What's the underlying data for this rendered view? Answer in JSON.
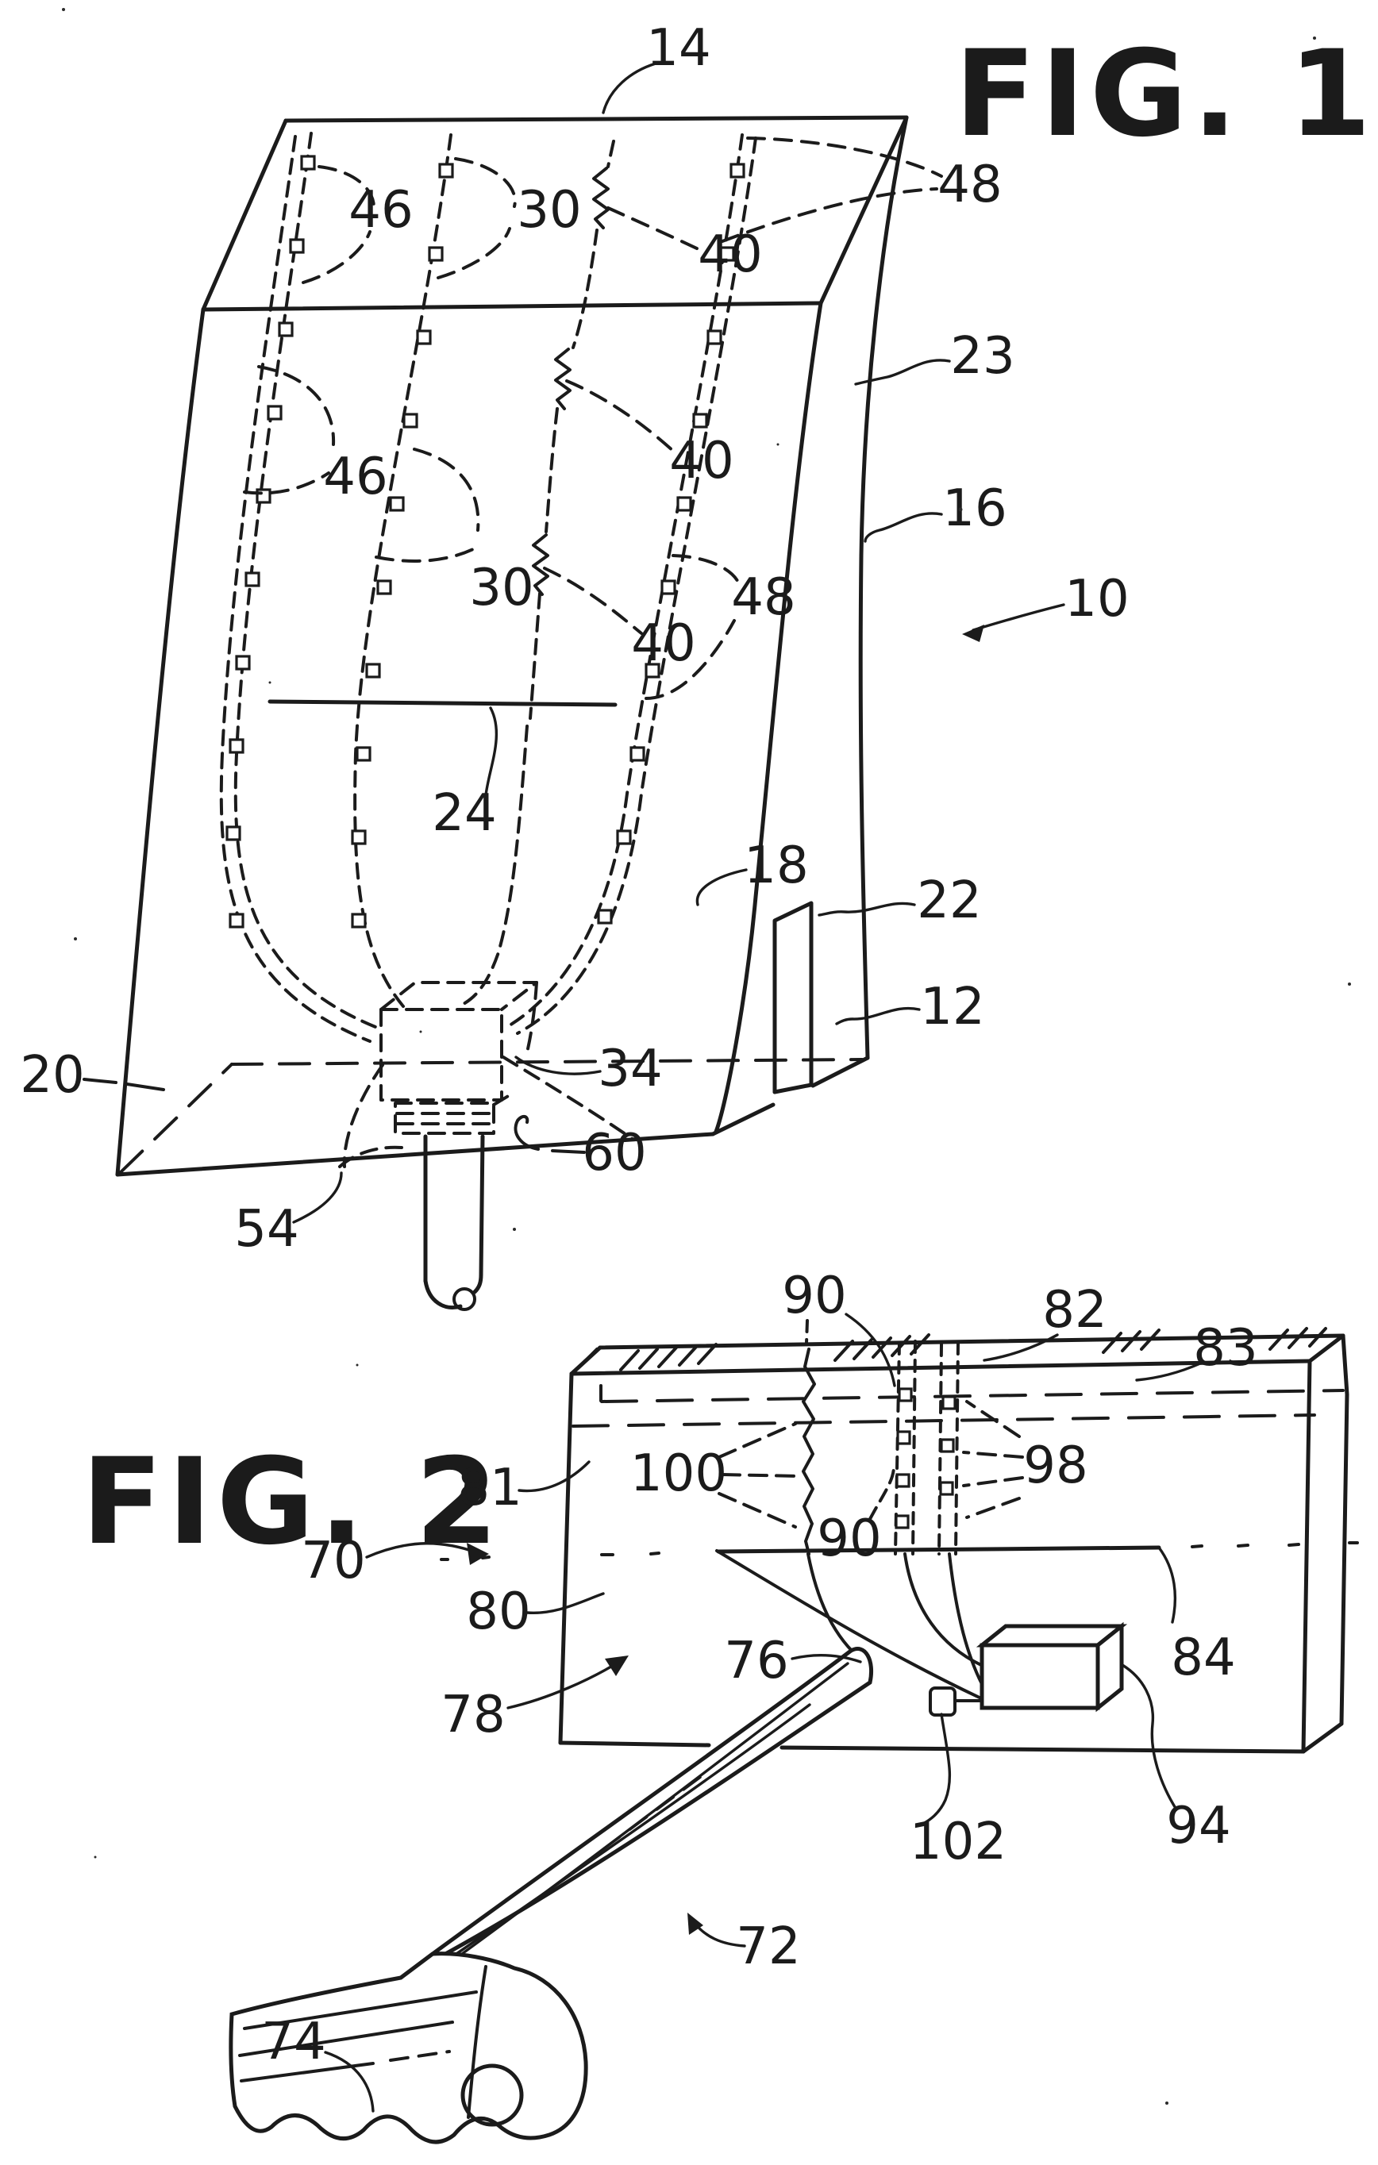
{
  "style": {
    "background_color": "#ffffff",
    "ink_color": "#1b1b1b"
  },
  "figure1": {
    "title": "FIG. 1",
    "labels": {
      "l14": "14",
      "l46a": "46",
      "l30a": "30",
      "l40a": "40",
      "l48a": "48",
      "l23": "23",
      "l16": "16",
      "l10": "10",
      "l46b": "46",
      "l30b": "30",
      "l40b": "40",
      "l40c": "40",
      "l48b": "48",
      "l24": "24",
      "l18": "18",
      "l22": "22",
      "l12": "12",
      "l20": "20",
      "l34": "34",
      "l60": "60",
      "l54": "54"
    }
  },
  "figure2": {
    "title": "FIG. 2",
    "labels": {
      "l90a": "90",
      "l82": "82",
      "l83": "83",
      "l100": "100",
      "l98": "98",
      "l90b": "90",
      "l81": "81",
      "l70": "70",
      "l80": "80",
      "l78": "78",
      "l84": "84",
      "l76": "76",
      "l102": "102",
      "l94": "94",
      "l72": "72",
      "l74": "74"
    }
  }
}
